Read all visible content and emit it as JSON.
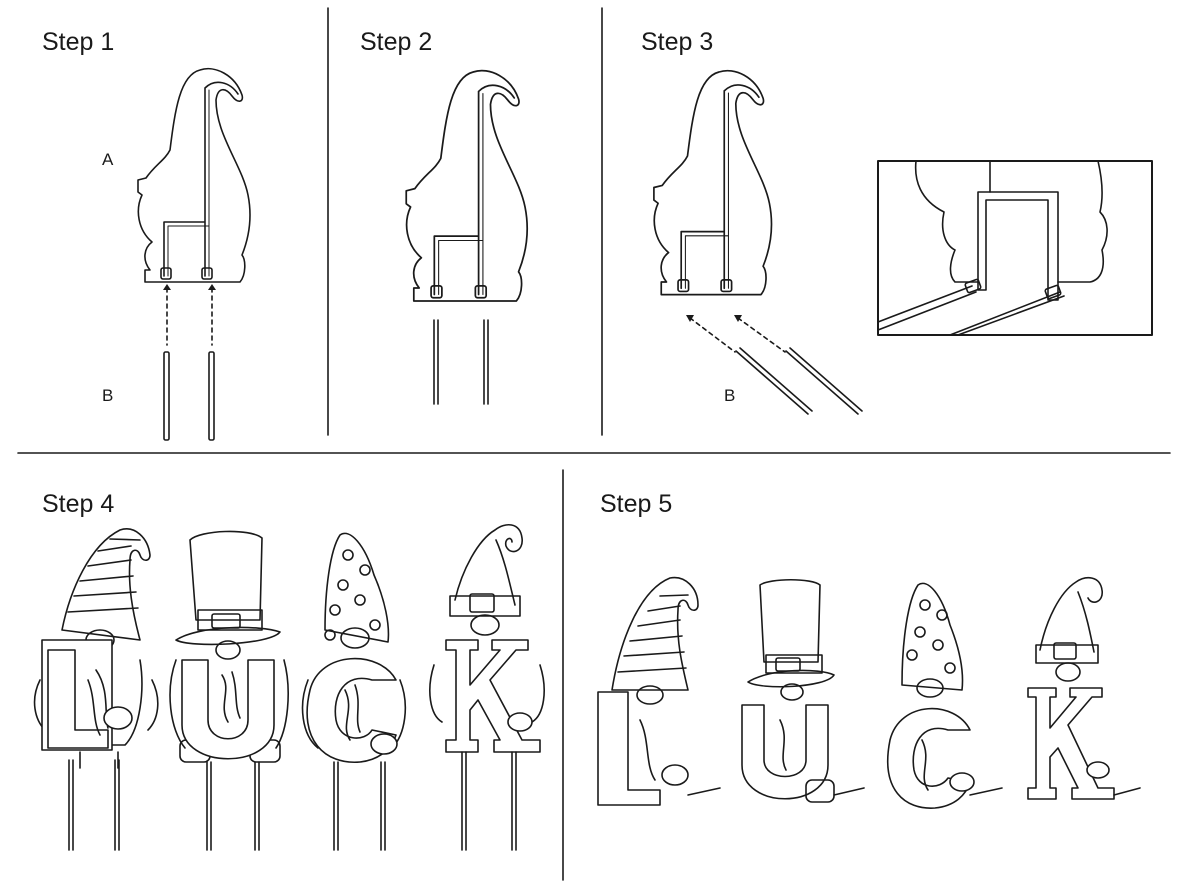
{
  "steps": [
    {
      "title": "Step 1",
      "labels": [
        "A",
        "B"
      ]
    },
    {
      "title": "Step 2",
      "labels": []
    },
    {
      "title": "Step 3",
      "labels": [
        "B"
      ]
    },
    {
      "title": "Step 4",
      "labels": []
    },
    {
      "title": "Step 5",
      "labels": []
    }
  ],
  "letters": [
    "L",
    "U",
    "C",
    "K"
  ],
  "colors": {
    "line": "#1a1a1a",
    "background": "#ffffff"
  }
}
